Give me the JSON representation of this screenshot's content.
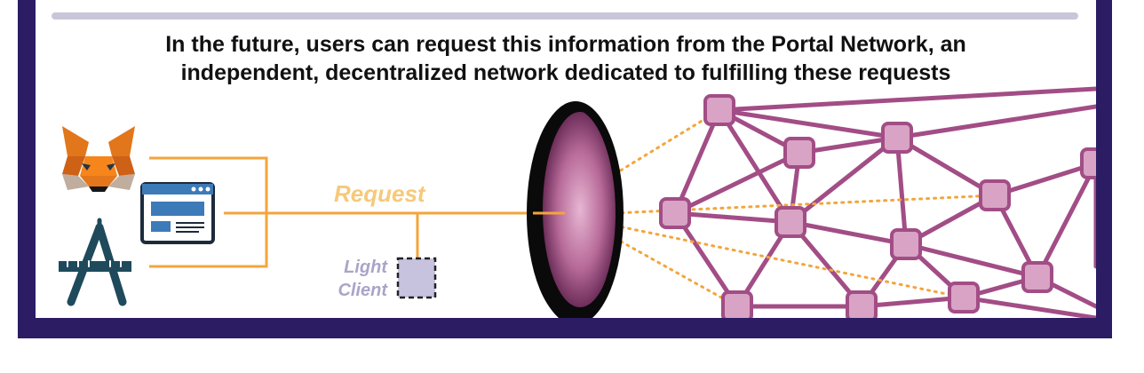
{
  "heading": {
    "line1": "In the future, users can request this information from the Portal Network, an",
    "line2": "independent, decentralized network dedicated to fulfilling these requests"
  },
  "labels": {
    "request": "Request",
    "light_client_line1": "Light",
    "light_client_line2": "Client"
  },
  "icons": {
    "wallet": "metamask-fox-icon",
    "browser": "browser-window-icon",
    "app_store": "app-store-icon",
    "portal": "portal-ring-icon"
  },
  "colors": {
    "frame": "#2c1c64",
    "connector": "#f3a53c",
    "request_text": "#f6c97a",
    "light_client": "#a9a5c8",
    "network": "#a24d86",
    "node_fill": "#d8a3c4"
  }
}
